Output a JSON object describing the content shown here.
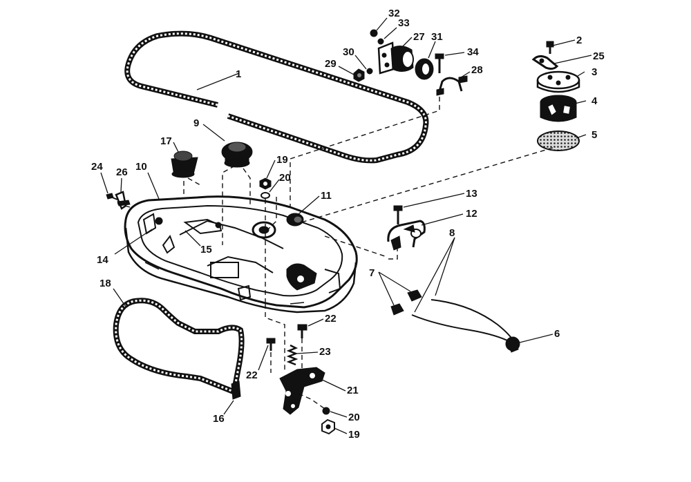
{
  "diagram": {
    "callouts": [
      {
        "id": "1",
        "text": "1"
      },
      {
        "id": "2",
        "text": "2"
      },
      {
        "id": "25",
        "text": "25"
      },
      {
        "id": "3",
        "text": "3"
      },
      {
        "id": "4",
        "text": "4"
      },
      {
        "id": "5",
        "text": "5"
      },
      {
        "id": "32",
        "text": "32"
      },
      {
        "id": "33",
        "text": "33"
      },
      {
        "id": "27",
        "text": "27"
      },
      {
        "id": "31",
        "text": "31"
      },
      {
        "id": "34",
        "text": "34"
      },
      {
        "id": "30",
        "text": "30"
      },
      {
        "id": "29",
        "text": "29"
      },
      {
        "id": "28",
        "text": "28"
      },
      {
        "id": "9",
        "text": "9"
      },
      {
        "id": "17",
        "text": "17"
      },
      {
        "id": "19a",
        "text": "19"
      },
      {
        "id": "20a",
        "text": "20"
      },
      {
        "id": "24",
        "text": "24"
      },
      {
        "id": "26",
        "text": "26"
      },
      {
        "id": "10",
        "text": "10"
      },
      {
        "id": "11",
        "text": "11"
      },
      {
        "id": "13",
        "text": "13"
      },
      {
        "id": "12",
        "text": "12"
      },
      {
        "id": "8",
        "text": "8"
      },
      {
        "id": "14",
        "text": "14"
      },
      {
        "id": "15",
        "text": "15"
      },
      {
        "id": "7",
        "text": "7"
      },
      {
        "id": "18",
        "text": "18"
      },
      {
        "id": "6",
        "text": "6"
      },
      {
        "id": "22a",
        "text": "22"
      },
      {
        "id": "23",
        "text": "23"
      },
      {
        "id": "22b",
        "text": "22"
      },
      {
        "id": "21",
        "text": "21"
      },
      {
        "id": "16",
        "text": "16"
      },
      {
        "id": "20b",
        "text": "20"
      },
      {
        "id": "19b",
        "text": "19"
      }
    ]
  }
}
